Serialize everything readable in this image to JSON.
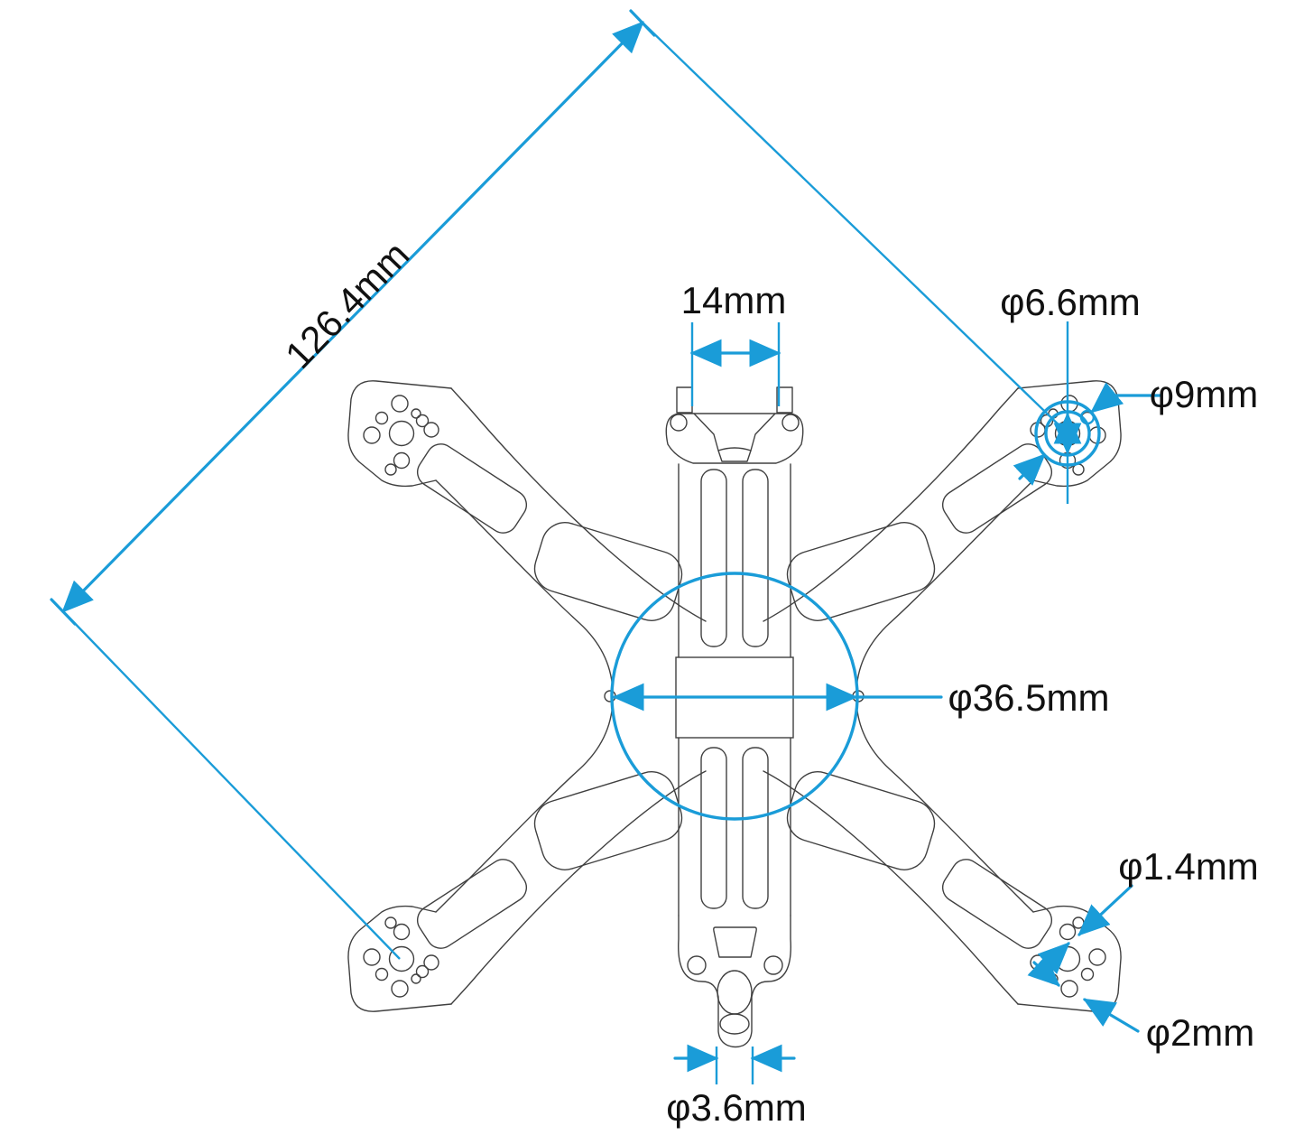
{
  "drawing": {
    "title": "quadcopter-frame-bottom-plate-technical-drawing",
    "background_color": "#ffffff",
    "accent_color": "#1a9cd8",
    "line_color": "#404040",
    "text_color": "#111111",
    "labels": {
      "diagonal_motor_distance": "126.4mm",
      "camera_mount_width": "14mm",
      "motor_center_hole": "φ6.6mm",
      "motor_bolt_circle": "φ9mm",
      "center_stack_circle": "φ36.5mm",
      "arm_small_hole": "φ1.4mm",
      "arm_screw_hole": "φ2mm",
      "tail_stem_hole": "φ3.6mm"
    }
  }
}
